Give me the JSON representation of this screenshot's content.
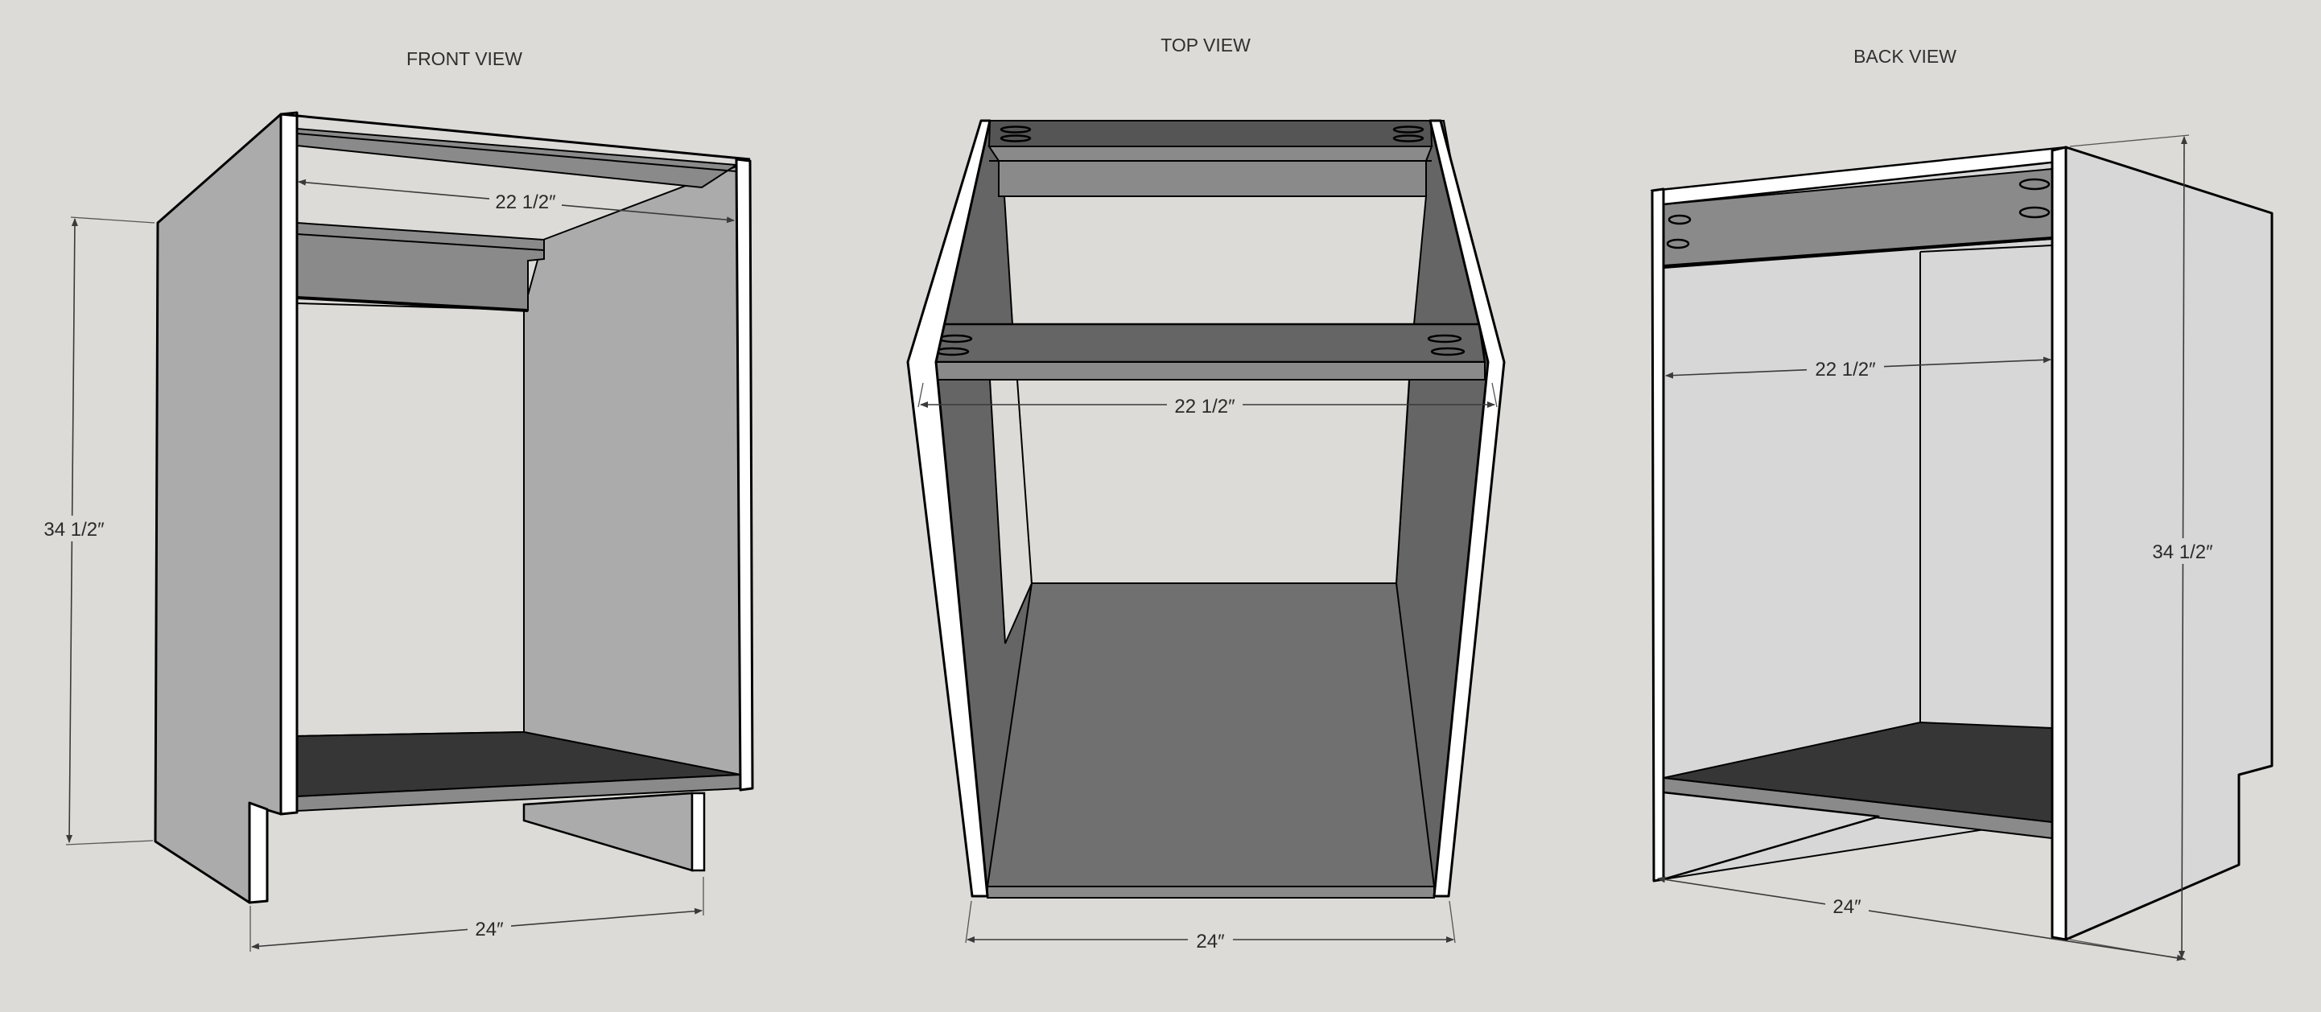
{
  "views": {
    "front": {
      "title": "FRONT VIEW",
      "dims": {
        "inner_width": "22 1/2″",
        "height": "34 1/2″",
        "outer_width": "24″"
      }
    },
    "top": {
      "title": "TOP VIEW",
      "dims": {
        "inner_width": "22 1/2″",
        "outer_width": "24″"
      }
    },
    "back": {
      "title": "BACK VIEW",
      "dims": {
        "inner_width": "22 1/2″",
        "height": "34 1/2″",
        "outer_width": "24″"
      }
    }
  },
  "colors": {
    "background": "#dcdbd7",
    "panel_light": "#d7d7d7",
    "panel_mid": "#ababab",
    "panel_gray": "#8a8a8a",
    "panel_dark": "#656565",
    "floor_dark": "#363636",
    "edge_white": "#ffffff"
  }
}
